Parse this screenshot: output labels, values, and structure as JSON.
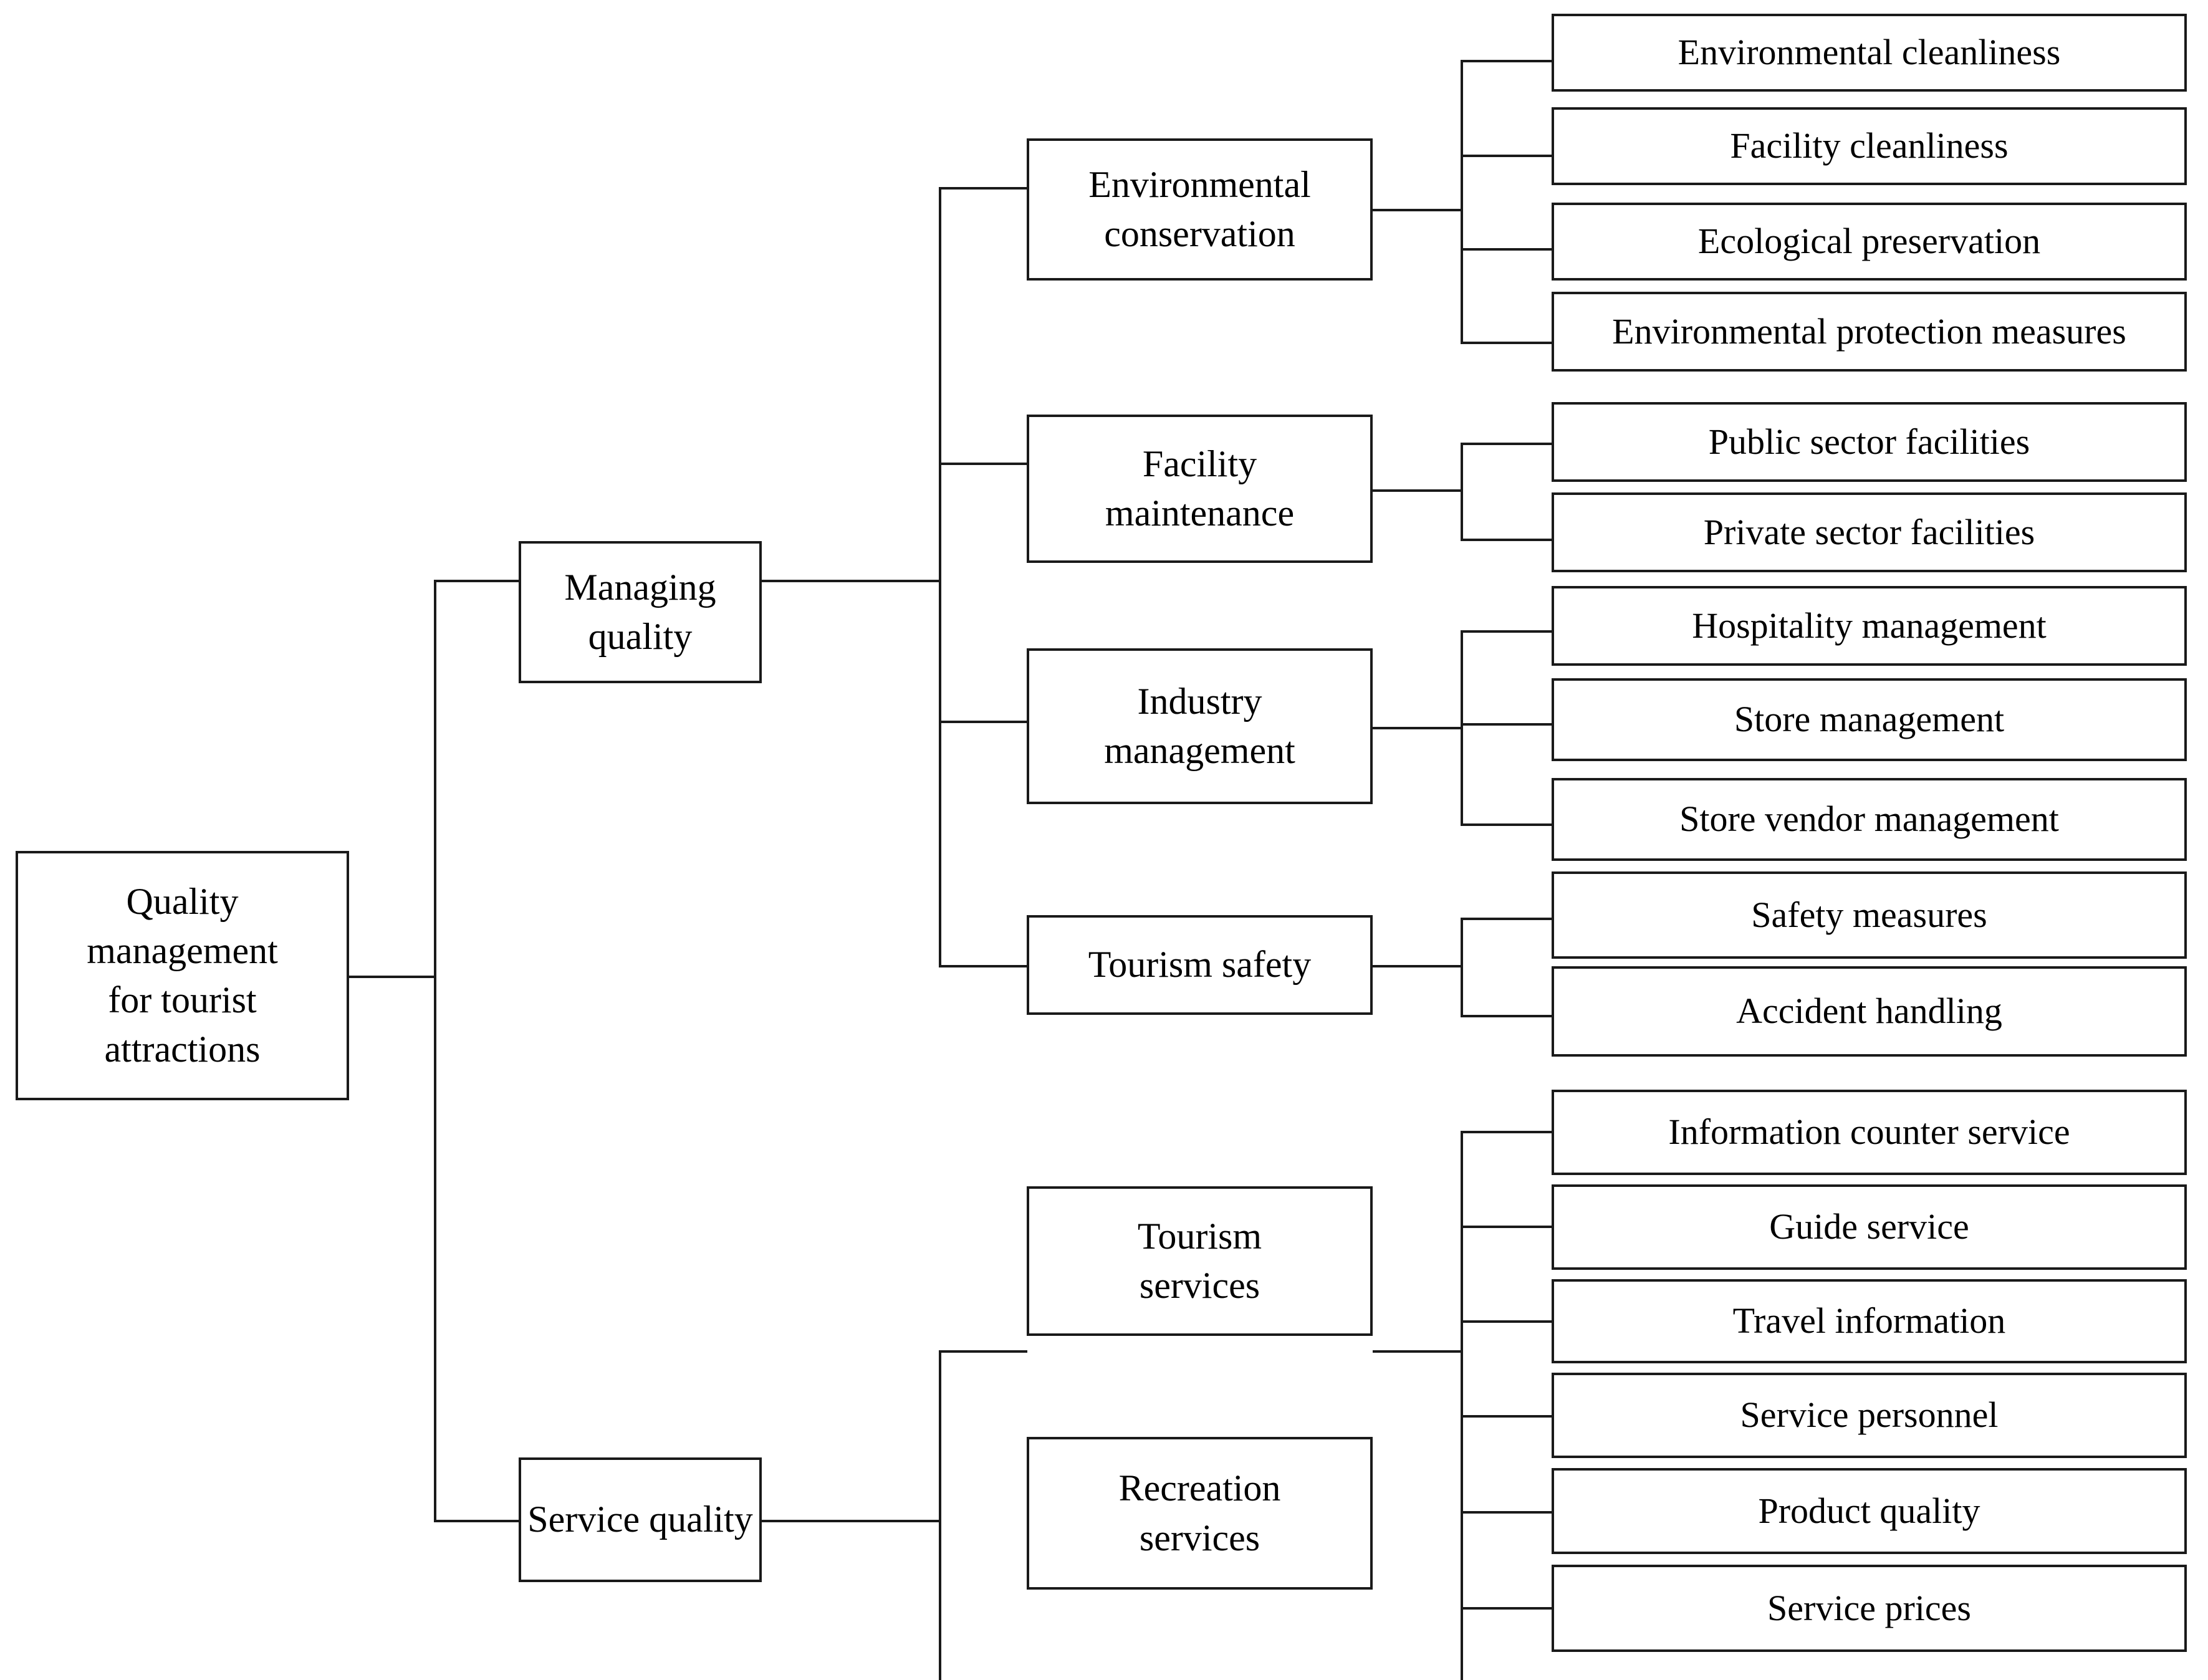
{
  "diagram": {
    "type": "hierarchical-tree",
    "orientation": "left-to-right",
    "title_box": "Quality management for tourist attractions",
    "root": {
      "id": "root",
      "label": "Quality\nmanagement\nfor tourist\nattractions"
    },
    "level1": [
      {
        "id": "managing-quality",
        "label": "Managing\nquality"
      },
      {
        "id": "service-quality",
        "label": "Service quality"
      }
    ],
    "level2": [
      {
        "id": "environmental-conservation",
        "label": "Environmental\nconservation",
        "parent": "managing-quality"
      },
      {
        "id": "facility-maintenance",
        "label": "Facility\nmaintenance",
        "parent": "managing-quality"
      },
      {
        "id": "industry-management",
        "label": "Industry\nmanagement",
        "parent": "managing-quality"
      },
      {
        "id": "tourism-safety",
        "label": "Tourism safety",
        "parent": "managing-quality"
      },
      {
        "id": "tourism-services",
        "label": "Tourism\nservices",
        "parent": "service-quality"
      },
      {
        "id": "recreation-services",
        "label": "Recreation\nservices",
        "parent": "service-quality"
      }
    ],
    "leaves": [
      {
        "id": "environmental-cleanliness",
        "label": "Environmental cleanliness",
        "parent": "environmental-conservation"
      },
      {
        "id": "facility-cleanliness",
        "label": "Facility cleanliness",
        "parent": "environmental-conservation"
      },
      {
        "id": "ecological-preservation",
        "label": "Ecological preservation",
        "parent": "environmental-conservation"
      },
      {
        "id": "environmental-protection-measures",
        "label": "Environmental protection measures",
        "parent": "environmental-conservation"
      },
      {
        "id": "public-sector-facilities",
        "label": "Public sector facilities",
        "parent": "facility-maintenance"
      },
      {
        "id": "private-sector-facilities",
        "label": "Private sector facilities",
        "parent": "facility-maintenance"
      },
      {
        "id": "hospitality-management",
        "label": "Hospitality management",
        "parent": "industry-management"
      },
      {
        "id": "store-management",
        "label": "Store management",
        "parent": "industry-management"
      },
      {
        "id": "store-vendor-management",
        "label": "Store vendor management",
        "parent": "industry-management"
      },
      {
        "id": "safety-measures",
        "label": "Safety measures",
        "parent": "tourism-safety"
      },
      {
        "id": "accident-handling",
        "label": "Accident handling",
        "parent": "tourism-safety"
      },
      {
        "id": "information-counter-service",
        "label": "Information counter service",
        "parent": "tourism-services"
      },
      {
        "id": "guide-service",
        "label": "Guide service",
        "parent": "tourism-services"
      },
      {
        "id": "travel-information",
        "label": "Travel information",
        "parent": "tourism-services"
      },
      {
        "id": "service-personnel",
        "label": "Service personnel",
        "parent": "recreation-services"
      },
      {
        "id": "product-quality",
        "label": "Product quality",
        "parent": "recreation-services"
      },
      {
        "id": "service-prices",
        "label": "Service prices",
        "parent": "recreation-services"
      }
    ],
    "colors": {
      "border": "#1a1a1a",
      "background": "#ffffff",
      "text": "#000000",
      "connector": "#1a1a1a"
    }
  }
}
